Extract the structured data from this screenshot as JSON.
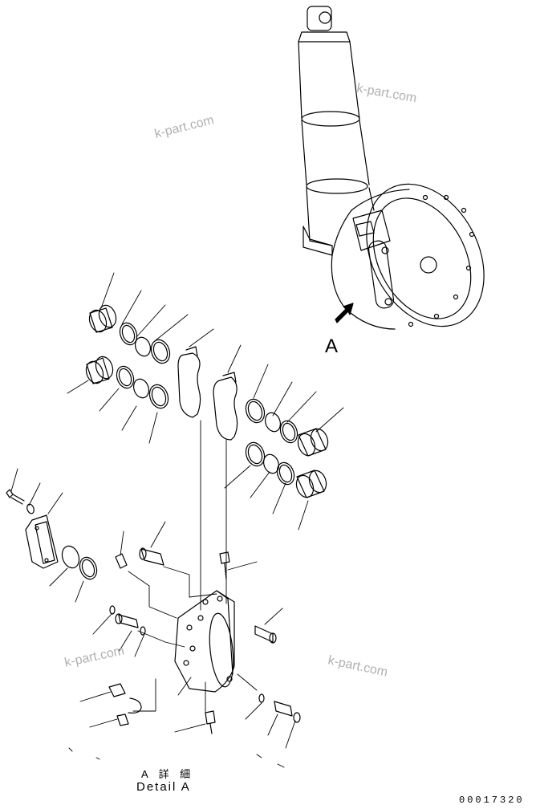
{
  "callout_label": "A",
  "detail_title_jp": "A 詳 細",
  "detail_title_en": "Detail A",
  "drawing_number": "00017320",
  "watermark_text": "k-part.com",
  "colors": {
    "line": "#000000",
    "background": "#ffffff",
    "watermark": "#b0b0b0"
  }
}
